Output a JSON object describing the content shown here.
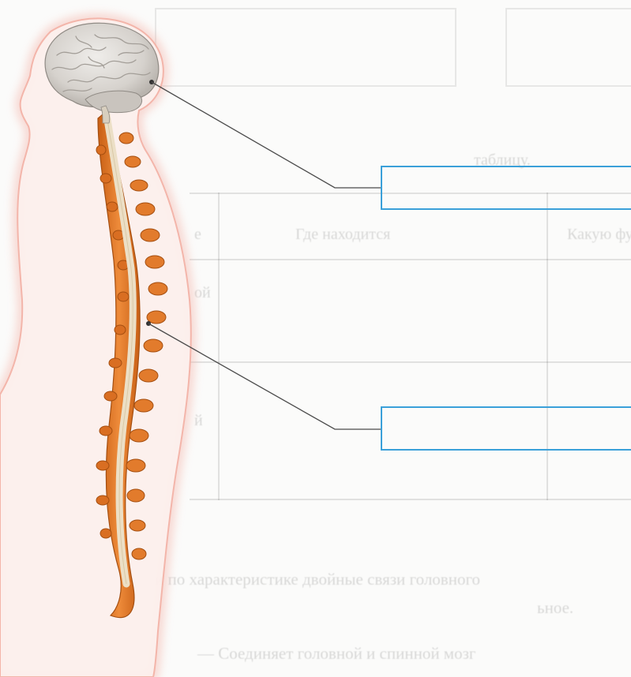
{
  "bleed_through_text": {
    "header_fragment": "таблицу.",
    "col_where": "Где находится",
    "col_function": "Какую функцию",
    "col_left_fragment": "е",
    "row1_fragment": "ой",
    "row2_fragment": "й",
    "para_line1": "и по характеристике двойные связи головного",
    "para_line2": "ьное.",
    "para_line3": "— Соединяет головной и спинной мозг"
  },
  "diagram": {
    "label_box_brain": "",
    "label_box_spinal_cord": ""
  },
  "colors": {
    "label_box_border": "#3aa0d9",
    "leader_line": "#4a4a4a",
    "body_glow": "#f2a79b",
    "spine": "#e0782a",
    "spinal_cord": "#e9ddc5",
    "brain": "#d9d6d2"
  }
}
